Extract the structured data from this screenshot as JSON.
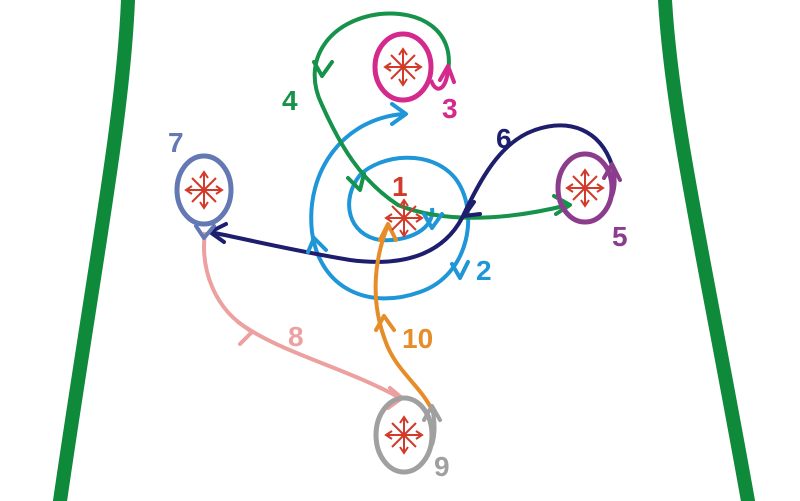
{
  "colors": {
    "outline": "#0f8a3a",
    "star": "#d23a2a",
    "c1": "#d23a2a",
    "c2": "#1e96d8",
    "c3": "#d42a8c",
    "c4": "#16924a",
    "c5": "#8c3c8c",
    "c6": "#1e1e6e",
    "c7": "#6478b4",
    "c8": "#eca0a0",
    "c9": "#a0a0a0",
    "c10": "#e68c28"
  },
  "labels": {
    "n1": "1",
    "n2": "2",
    "n3": "3",
    "n4": "4",
    "n5": "5",
    "n6": "6",
    "n7": "7",
    "n8": "8",
    "n9": "9",
    "n10": "10"
  }
}
